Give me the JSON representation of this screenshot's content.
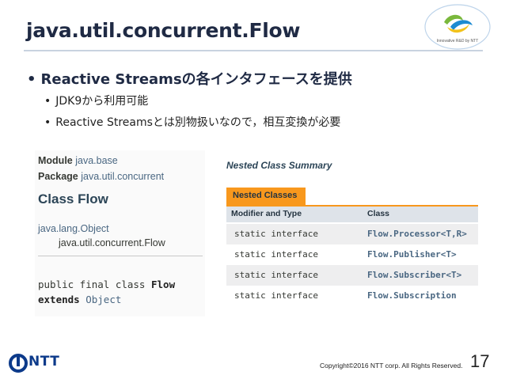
{
  "header": {
    "title": "java.util.concurrent.Flow",
    "logo_caption": "Innovative R&D by NTT"
  },
  "bullets": {
    "main": "Reactive Streamsの各インタフェースを提供",
    "dot": "•",
    "sub": [
      "JDK9から利用可能",
      "Reactive Streamsとは別物扱いなので，相互変換が必要"
    ]
  },
  "javadoc": {
    "module_label": "Module",
    "module_value": "java.base",
    "package_label": "Package",
    "package_value": "java.util.concurrent",
    "class_heading": "Class Flow",
    "hierarchy": [
      "java.lang.Object",
      "java.util.concurrent.Flow"
    ],
    "decl_prefix": "public final class",
    "decl_name": "Flow",
    "extends_kw": "extends",
    "extends_val": "Object"
  },
  "nested_summary": {
    "heading": "Nested Class Summary",
    "tab": "Nested Classes",
    "col_modifier": "Modifier and Type",
    "col_class": "Class",
    "rows": [
      {
        "modifier": "static interface",
        "cls": "Flow.Processor<T,R>"
      },
      {
        "modifier": "static interface",
        "cls": "Flow.Publisher<T>"
      },
      {
        "modifier": "static interface",
        "cls": "Flow.Subscriber<T>"
      },
      {
        "modifier": "static interface",
        "cls": "Flow.Subscription"
      }
    ]
  },
  "footer": {
    "brand": "NTT",
    "copyright": "Copyright©2016  NTT corp. All Rights Reserved.",
    "page_number": "17"
  },
  "colors": {
    "title": "#1f2a44",
    "javadoc_link": "#4a6782",
    "tab_orange": "#f8981d",
    "ntt_blue": "#0c3a8a"
  }
}
